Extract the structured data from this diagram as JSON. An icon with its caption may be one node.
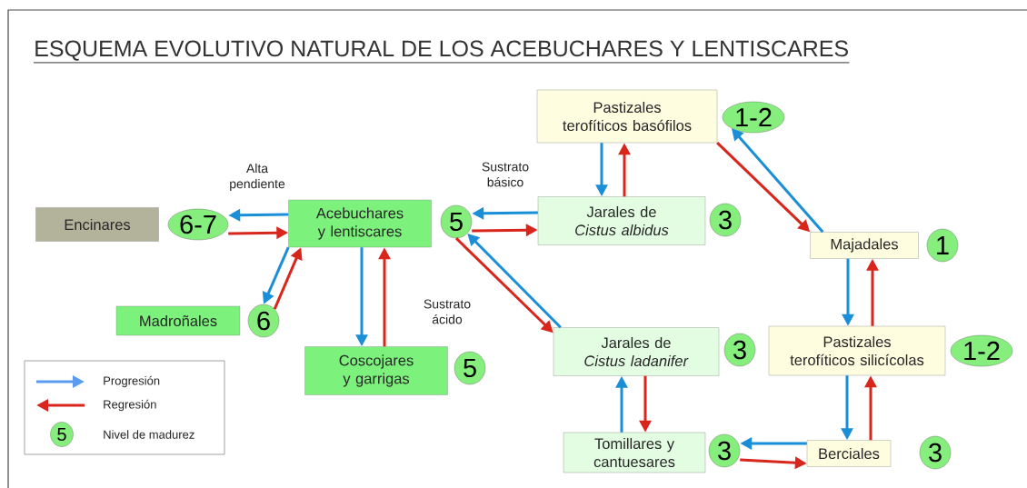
{
  "diagram": {
    "title": "ESQUEMA EVOLUTIVO NATURAL DE LOS ACEBUCHARES Y LENTISCARES",
    "nodes": [
      {
        "text": [
          "Encinares"
        ],
        "beside": [
          "6-7"
        ]
      },
      {
        "text": [
          "Acebuchares y lentiscares"
        ],
        "beside": [
          "5"
        ]
      },
      {
        "text": [
          "Pastizales terofíticos basófilos"
        ],
        "beside": [
          "1-2"
        ]
      },
      {
        "text": [
          "Jarales de *Cistus albidus*"
        ],
        "beside": [
          "3"
        ]
      },
      {
        "text": [
          "Majadales"
        ],
        "beside": [
          "1"
        ]
      },
      {
        "text": [
          "Madroñales"
        ],
        "beside": [
          "6"
        ]
      },
      {
        "text": [
          "Coscojares y garrigas"
        ],
        "beside": [
          "5"
        ]
      },
      {
        "text": [
          "Jarales de *Cistus ladanifer*"
        ],
        "beside": [
          "3"
        ]
      },
      {
        "text": [
          "Pastizales terofíticos silicícolas"
        ],
        "beside": [
          "1-2"
        ]
      },
      {
        "text": [
          "Tomillares y cantuesares"
        ],
        "beside": [
          "3"
        ]
      },
      {
        "text": [
          "Berciales"
        ],
        "beside": [
          "3"
        ]
      }
    ],
    "edges": [
      {
        "from": 1,
        "to": 0,
        "arrow": "to",
        "color": "#1a8fd8",
        "label": "Alta pendiente"
      },
      {
        "from": 0,
        "to": 1,
        "arrow": "to",
        "color": "#d9261c"
      },
      {
        "from": 3,
        "to": 1,
        "arrow": "to",
        "color": "#1a8fd8",
        "label": "Sustrato básico"
      },
      {
        "from": 1,
        "to": 3,
        "arrow": "to",
        "color": "#d9261c"
      },
      {
        "from": 2,
        "to": 3,
        "arrow": "to",
        "color": "#1a8fd8"
      },
      {
        "from": 3,
        "to": 2,
        "arrow": "to",
        "color": "#d9261c"
      },
      {
        "from": 4,
        "to": 2,
        "arrow": "to",
        "color": "#1a8fd8"
      },
      {
        "from": 2,
        "to": 4,
        "arrow": "to",
        "color": "#d9261c"
      },
      {
        "from": 4,
        "to": 8,
        "arrow": "to",
        "color": "#1a8fd8"
      },
      {
        "from": 8,
        "to": 4,
        "arrow": "to",
        "color": "#d9261c"
      },
      {
        "from": 1,
        "to": 5,
        "arrow": "to",
        "color": "#1a8fd8"
      },
      {
        "from": 5,
        "to": 1,
        "arrow": "to",
        "color": "#d9261c"
      },
      {
        "from": 1,
        "to": 6,
        "arrow": "to",
        "color": "#1a8fd8"
      },
      {
        "from": 6,
        "to": 1,
        "arrow": "to",
        "color": "#d9261c"
      },
      {
        "from": 7,
        "to": 1,
        "arrow": "to",
        "color": "#1a8fd8"
      },
      {
        "from": 1,
        "to": 7,
        "arrow": "to",
        "color": "#d9261c",
        "label": "Sustrato ácido"
      },
      {
        "from": 9,
        "to": 7,
        "arrow": "to",
        "color": "#1a8fd8"
      },
      {
        "from": 7,
        "to": 9,
        "arrow": "to",
        "color": "#d9261c"
      },
      {
        "from": 8,
        "to": 10,
        "arrow": "to",
        "color": "#1a8fd8"
      },
      {
        "from": 10,
        "to": 8,
        "arrow": "to",
        "color": "#d9261c"
      },
      {
        "from": 10,
        "to": 9,
        "arrow": "to",
        "color": "#1a8fd8"
      },
      {
        "from": 9,
        "to": 10,
        "arrow": "to",
        "color": "#d9261c"
      }
    ],
    "labels": [
      "5"
    ],
    "legend": [
      {
        "text": "Progresión"
      },
      {
        "text": "Regresión"
      },
      {
        "text": "Nivel de madurez"
      }
    ]
  }
}
